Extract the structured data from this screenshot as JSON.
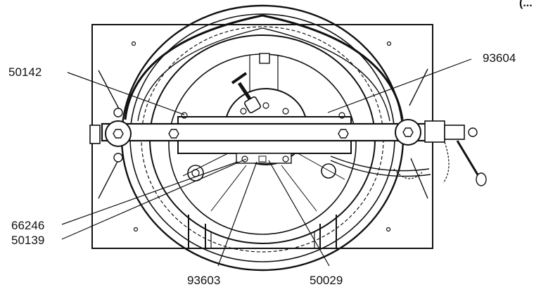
{
  "corner_mark": "(...",
  "callouts": [
    {
      "id": "50142",
      "text": "50142"
    },
    {
      "id": "93604",
      "text": "93604"
    },
    {
      "id": "66246",
      "text": "66246"
    },
    {
      "id": "50139",
      "text": "50139"
    },
    {
      "id": "93603",
      "text": "93603"
    },
    {
      "id": "50029",
      "text": "50029"
    }
  ]
}
